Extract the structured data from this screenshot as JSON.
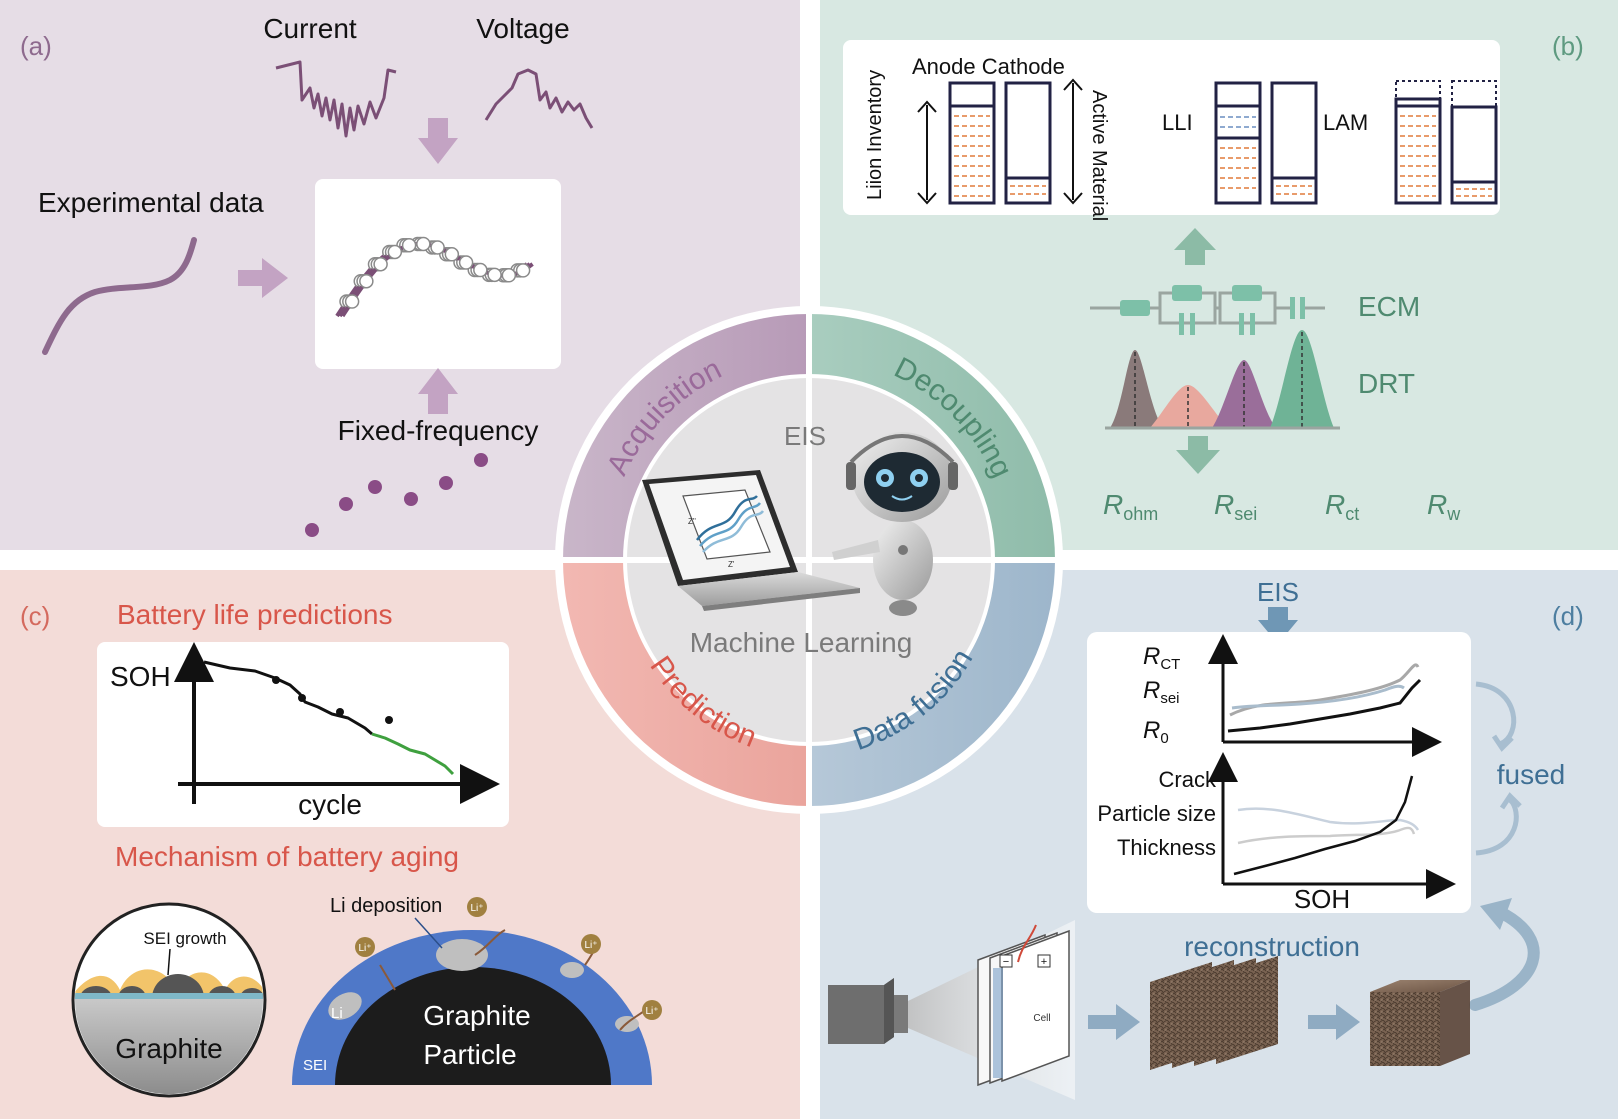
{
  "colors": {
    "panel_a": "#e6dde6",
    "panel_b": "#d8e8e2",
    "panel_c": "#f3dcd8",
    "panel_d": "#d9e2ea",
    "accent_a": "#8e6a8e",
    "accent_b": "#5e9a80",
    "accent_c": "#d46a5e",
    "accent_d": "#4d7ea0"
  },
  "center": {
    "title": "EIS",
    "subtitle": "Machine Learning",
    "ring_labels": [
      "Acquisition",
      "Decoupling",
      "Prediction",
      "Data fusion"
    ]
  },
  "panel_a": {
    "tag": "(a)",
    "current_label": "Current",
    "voltage_label": "Voltage",
    "experimental_label": "Experimental data",
    "fixed_freq_label": "Fixed-frequency"
  },
  "panel_b": {
    "tag": "(b)",
    "anode_cathode_label": "Anode Cathode",
    "li_inventory_label": "Liion Inventory",
    "active_material_label": "Active Material",
    "lli_label": "LLI",
    "lam_label": "LAM",
    "ecm_label": "ECM",
    "drt_label": "DRT",
    "resistances": [
      {
        "symbol": "R",
        "sub": "ohm"
      },
      {
        "symbol": "R",
        "sub": "sei"
      },
      {
        "symbol": "R",
        "sub": "ct"
      },
      {
        "symbol": "R",
        "sub": "w"
      }
    ]
  },
  "panel_c": {
    "tag": "(c)",
    "title_top": "Battery life predictions",
    "soh_label": "SOH",
    "cycle_label": "cycle",
    "title_bottom": "Mechanism of battery aging",
    "sei_growth_label": "SEI growth",
    "graphite_label": "Graphite",
    "li_deposition_label": "Li deposition",
    "particle_line1": "Graphite",
    "particle_line2": "Particle",
    "li_label": "Li",
    "sei_label": "SEI",
    "li_ion_label": "Li⁺"
  },
  "panel_d": {
    "tag": "(d)",
    "eis_label": "EIS",
    "r_labels": [
      {
        "symbol": "R",
        "sub": "CT"
      },
      {
        "symbol": "R",
        "sub": "sei"
      },
      {
        "symbol": "R",
        "sub": "0"
      }
    ],
    "feature_labels": [
      "Crack",
      "Particle size",
      "Thickness"
    ],
    "soh_label": "SOH",
    "fused_label": "fused",
    "reconstruction_label": "reconstruction",
    "cell_label": "Cell",
    "minus_label": "−",
    "plus_label": "+"
  }
}
